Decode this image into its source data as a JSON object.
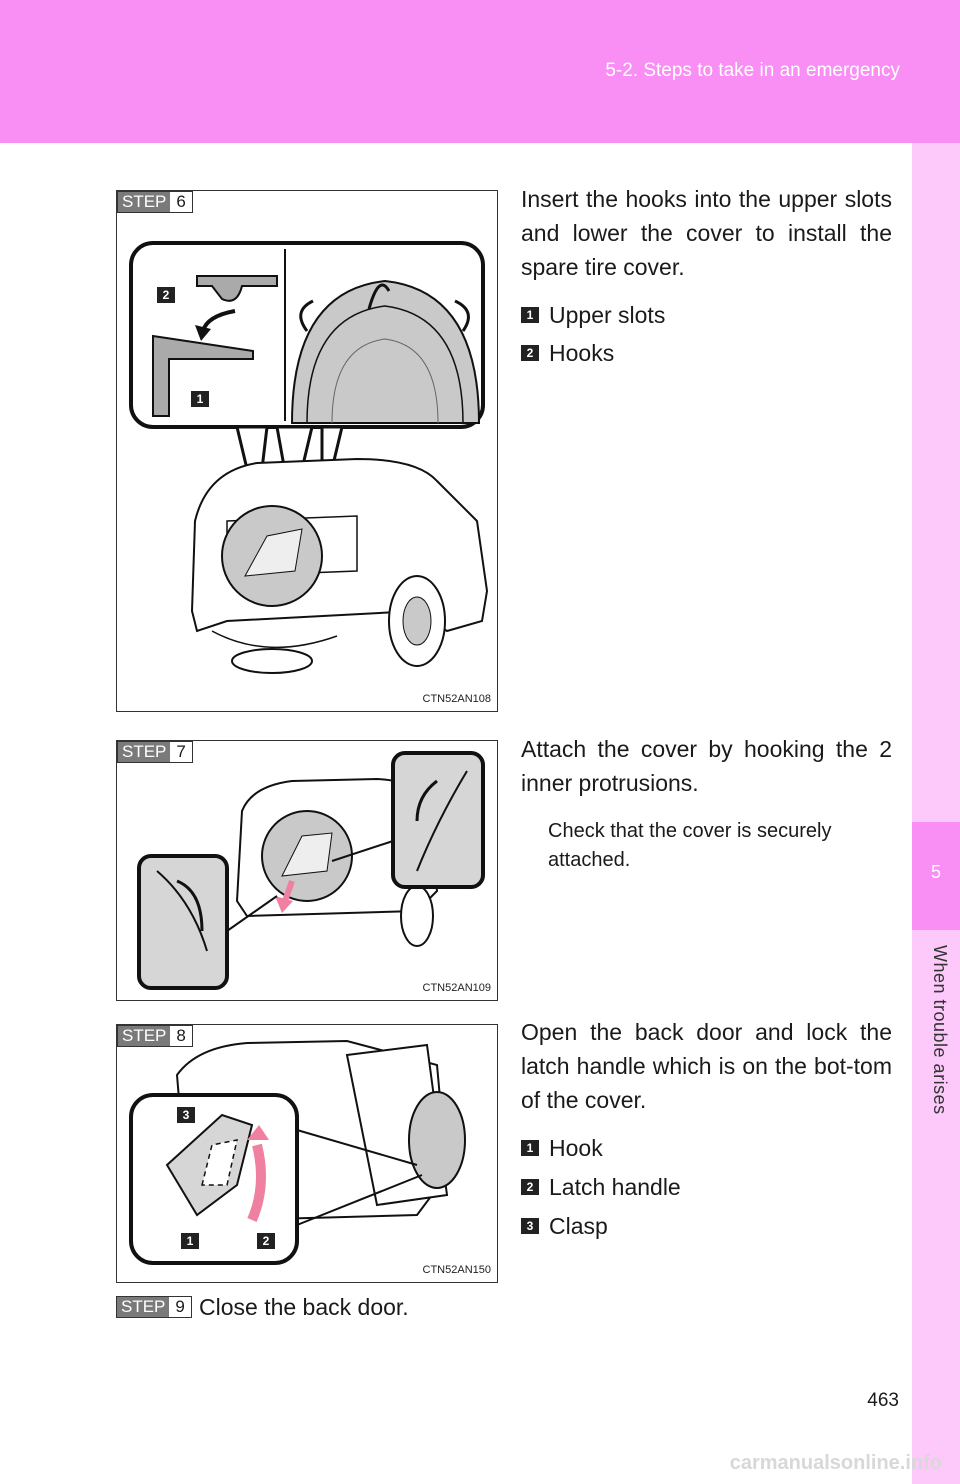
{
  "header": {
    "section_title": "5-2. Steps to take in an emergency"
  },
  "side_tab": {
    "chapter_number": "5",
    "chapter_label": "When trouble arises"
  },
  "steps": [
    {
      "word": "STEP",
      "number": "6",
      "figure_code": "CTN52AN108",
      "text": "Insert the hooks into the upper slots and lower the cover to install the spare tire cover.",
      "items": [
        {
          "num": "1",
          "label": "Upper slots"
        },
        {
          "num": "2",
          "label": "Hooks"
        }
      ],
      "callouts": [
        "2",
        "1"
      ]
    },
    {
      "word": "STEP",
      "number": "7",
      "figure_code": "CTN52AN109",
      "text": "Attach the cover by hooking the 2 inner protrusions.",
      "note": "Check that the cover is securely attached."
    },
    {
      "word": "STEP",
      "number": "8",
      "figure_code": "CTN52AN150",
      "text": "Open the back door and lock the latch handle which is on the bot-tom of the cover.",
      "items": [
        {
          "num": "1",
          "label": "Hook"
        },
        {
          "num": "2",
          "label": "Latch handle"
        },
        {
          "num": "3",
          "label": "Clasp"
        }
      ],
      "callouts": [
        "3",
        "1",
        "2"
      ]
    },
    {
      "word": "STEP",
      "number": "9",
      "text": "Close the back door."
    }
  ],
  "page_number": "463",
  "watermark": "carmanualsonline.info"
}
